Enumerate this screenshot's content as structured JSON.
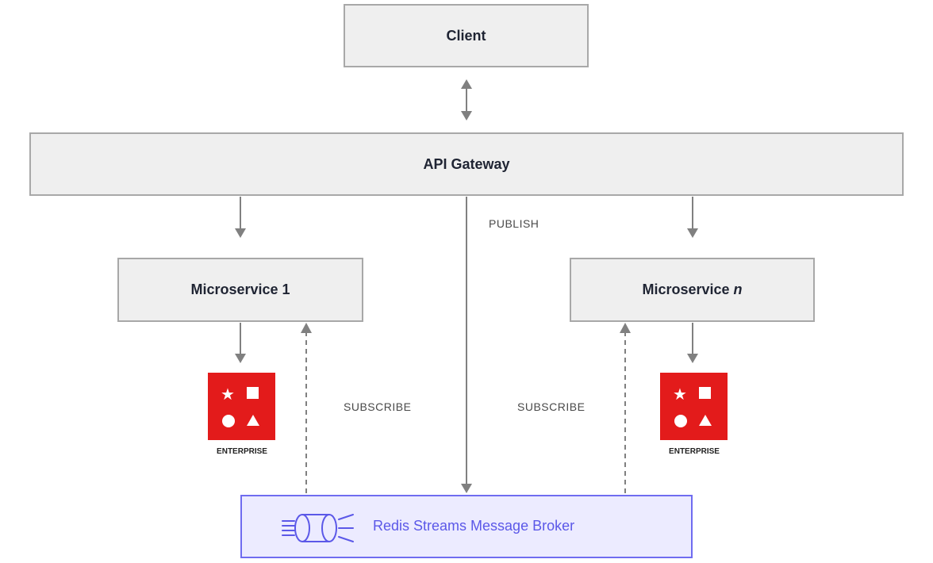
{
  "nodes": {
    "client": "Client",
    "gateway": "API Gateway",
    "microservice_1": "Microservice 1",
    "microservice_n_prefix": "Microservice ",
    "microservice_n_suffix": "n",
    "broker": "Redis Streams Message Broker"
  },
  "edges": {
    "publish": "PUBLISH",
    "subscribe_left": "SUBSCRIBE",
    "subscribe_right": "SUBSCRIBE"
  },
  "databases": {
    "left_caption": "ENTERPRISE",
    "right_caption": "ENTERPRISE",
    "icon": "redis-enterprise-icon"
  },
  "colors": {
    "box_fill": "#efefef",
    "box_border": "#a8a8a8",
    "arrow": "#808080",
    "broker_fill": "#ecebff",
    "broker_border": "#6f6cf0",
    "redis_red": "#e31b1b"
  }
}
